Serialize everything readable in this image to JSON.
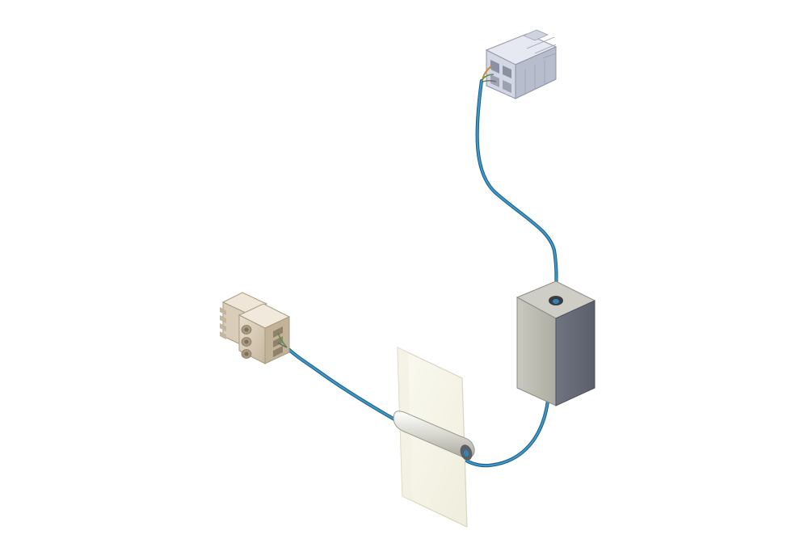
{
  "components": [
    {
      "id": "connector-top",
      "kind": "plug connector",
      "color": "#c4c9d8"
    },
    {
      "id": "ferrite-core",
      "kind": "ferrite block",
      "color": "#b7b6ac"
    },
    {
      "id": "label-tag",
      "kind": "cable label",
      "color": "#f6f4e6"
    },
    {
      "id": "connector-bottom",
      "kind": "terminal block",
      "color": "#d7c9b3"
    }
  ],
  "cable": {
    "color": "#2f86b8"
  }
}
